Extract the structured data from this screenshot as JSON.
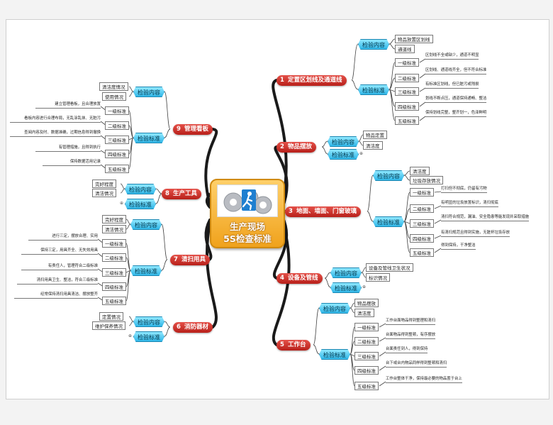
{
  "center": {
    "line1": "生产现场",
    "line2": "5S检查标准"
  },
  "branches": [
    {
      "num": "1",
      "title": "定置区划线及通道线",
      "content_label": "检验内容",
      "content_items": [
        "物品放置区划线",
        "通道线"
      ],
      "standard_label": "检验标准",
      "levels": [
        "一级标准",
        "二级标准",
        "三级标准",
        "四级标准",
        "五级标准"
      ],
      "level_texts": [
        "区划线不全或缺少，通道不明显",
        "区划线、通道线齐全，但不符合标准",
        "有标准区划线，但已脏污或残损",
        "划线不断点压，通道保持通畅、整洁",
        "保持划线完整，整齐划一，色泽鲜明"
      ]
    },
    {
      "num": "2",
      "title": "物品摆放",
      "content_label": "检验内容",
      "content_items": [
        "物品定置",
        "清洁度"
      ],
      "standard_label": "检验标准"
    },
    {
      "num": "3",
      "title": "地面、墙面、门窗玻璃",
      "content_label": "检验内容",
      "content_items": [
        "清洁度",
        "垃圾存放情况"
      ],
      "standard_label": "检验标准",
      "levels": [
        "一级标准",
        "二级标准",
        "三级标准",
        "四级标准",
        "五级标准"
      ],
      "level_texts": [
        "打扫但不彻底，仍留有污物",
        "有明显的垃圾放置标识，清扫彻底",
        "清扫符合规范，漏油、安全隐患等能发现并采取措施",
        "有清扫规范且得到实施，无脏杯垃圾存放",
        "得到保持，干净整洁"
      ]
    },
    {
      "num": "4",
      "title": "设备及管线",
      "content_label": "检验内容",
      "content_items": [
        "设备及管线卫生状况",
        "标识情况"
      ],
      "standard_label": "检验标准"
    },
    {
      "num": "5",
      "title": "工作台",
      "content_label": "检验内容",
      "content_items": [
        "物品摆放",
        "清洁度"
      ],
      "standard_label": "检验标准",
      "levels": [
        "一级标准",
        "二级标准",
        "三级标准",
        "四级标准",
        "五级标准"
      ],
      "level_texts": [
        "工作台面物品得到整理和清扫",
        "台面物品得到整顿，有序摆放",
        "台面责任到人，得到保持",
        "台下或台内物品同样得到整顿和清扫",
        "工作台整体干净，保持最必要的物品置于台上"
      ]
    },
    {
      "num": "6",
      "title": "消防器材",
      "content_label": "检验内容",
      "content_items": [
        "定置情况",
        "维护保养情况"
      ],
      "standard_label": "检验标准"
    },
    {
      "num": "7",
      "title": "清扫用具",
      "content_label": "检验内容",
      "content_items": [
        "完好程度",
        "清洁情况"
      ],
      "standard_label": "检验标准",
      "levels": [
        "一级标准",
        "二级标准",
        "三级标准",
        "四级标准",
        "五级标准"
      ],
      "level_texts": [
        "进行三定，摆放合理、实用",
        "保持三定，用具齐全、无失效用具",
        "有责任人，管理符合二级标准",
        "清扫用具卫生、整洁，符合三级标准",
        "经常保持清扫用具清洁、摆放整齐"
      ]
    },
    {
      "num": "8",
      "title": "生产工具",
      "content_label": "检验内容",
      "content_items": [
        "完好程度",
        "清洁情况"
      ],
      "standard_label": "检验标准"
    },
    {
      "num": "9",
      "title": "管理看板",
      "content_label": "检验内容",
      "content_items": [
        "清洁度情况",
        "使用情况"
      ],
      "standard_label": "检验标准",
      "levels": [
        "一级标准",
        "二级标准",
        "三级标准",
        "四级标准",
        "五级标准"
      ],
      "level_texts": [
        "建立管理看板，且合理放置",
        "看板内容进行合理布局，无乱涂乱抹、无脏污",
        "查阅内容及时、数据准确，过期信息得到撤换",
        "有管理措施，且得到执行",
        "保持数据活用记录"
      ]
    }
  ],
  "collapsed_marker": "⊕",
  "colors": {
    "main_branch": "#c8261e",
    "sub_node": "#31b7e8",
    "center": "#f0a21c"
  }
}
